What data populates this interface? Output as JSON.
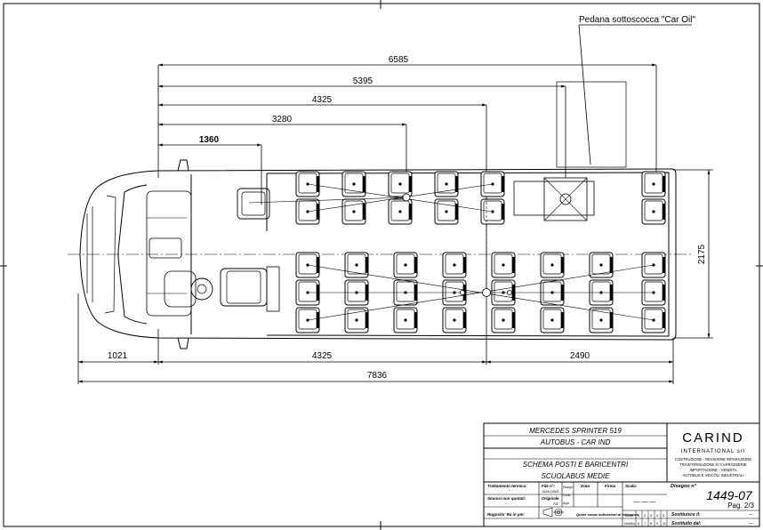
{
  "annotation": {
    "pedana": "Pedana sottoscocca \"Car Oil\""
  },
  "dimensions": {
    "d6585": "6585",
    "d5395": "5395",
    "d4325_top": "4325",
    "d3280": "3280",
    "d1360": "1360",
    "d1021": "1021",
    "d4325_bottom": "4325",
    "d2490": "2490",
    "d7836": "7836",
    "d2175": "2175"
  },
  "title_block": {
    "model": "MERCEDES SPRINTER 519",
    "type": "AUTOBUS - CAR IND",
    "scheme": "SCHEMA POSTI E BARICENTRI",
    "use": "SCUOLABUS MEDIE",
    "trattamento_label": "Trattamento termico:",
    "trattamento_value": "-",
    "smussi_label": "Smussi non quotati:",
    "smussi_value": "-",
    "rugosita_label": "Rugosita' Ra in μm:",
    "file_label": "File n°:",
    "file_value": "1449.DWG",
    "originale_label": "Originale",
    "originale_value": "A3",
    "data_label": "Data",
    "firma_label": "Firma",
    "scala_label": "Scala:",
    "scala_value": "— — —",
    "quote_label": "Quote senza indicazioni di tolleranza",
    "disegno_label": "Disegno n°",
    "drawing_no": "1449-07",
    "page": "Pag. 2/3",
    "sostituisce_label": "Sostituisce il:",
    "sostituito_label": "Sostituito dal:",
    "dash": "—",
    "row_disegn": "Disegn.",
    "row_contr": "Contr.",
    "row_appr": "Appr.",
    "indice_label": "Indice",
    "modifica_label": "Modifica",
    "indice_nums": [
      "1",
      "2",
      "3",
      "4",
      "5"
    ],
    "modifica_nums": [
      "6",
      "7",
      "8",
      "9",
      "10"
    ]
  },
  "company": {
    "name": "CARIND",
    "sub": "INTERNATIONAL srl",
    "lines": [
      "COSTRUZIONE - REVISIONE RIPARAZIONE",
      "TRASFORMAZIONE DI CARROZZERIE",
      "IMPORTAZIONE - VENDITA",
      "AUTOBUS E VEICOLI INDUSTRIALI"
    ],
    "brand_color": "#d0202e"
  }
}
